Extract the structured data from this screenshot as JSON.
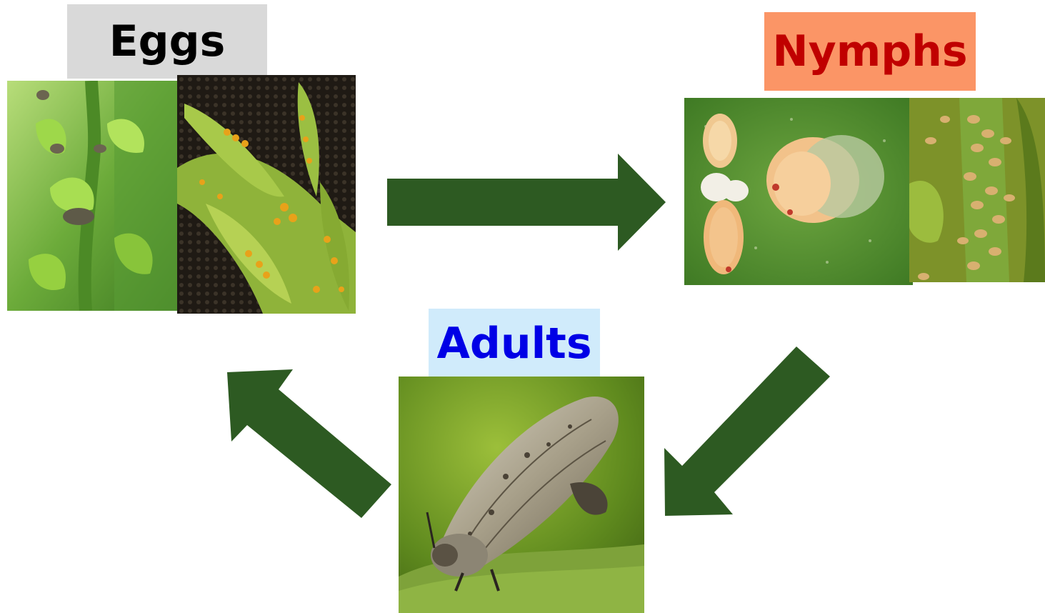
{
  "stages": {
    "eggs": {
      "label": "Eggs",
      "label_color": "#000000",
      "bg_color": "#d9d9d9"
    },
    "nymphs": {
      "label": "Nymphs",
      "label_color": "#c00000",
      "bg_color": "#fb9566"
    },
    "adults": {
      "label": "Adults",
      "label_color": "#0000e6",
      "bg_color": "#d0ebfb"
    }
  },
  "arrows": {
    "color": "#2d5a22",
    "cycle": [
      "eggs",
      "nymphs",
      "adults",
      "eggs"
    ]
  },
  "photos": [
    {
      "stage": "eggs",
      "subject": "eggs on leaf buds"
    },
    {
      "stage": "eggs",
      "subject": "orange eggs on shoot"
    },
    {
      "stage": "nymphs",
      "subject": "nymphs close-up"
    },
    {
      "stage": "nymphs",
      "subject": "nymph colony on stem"
    },
    {
      "stage": "adults",
      "subject": "adult insect"
    }
  ]
}
